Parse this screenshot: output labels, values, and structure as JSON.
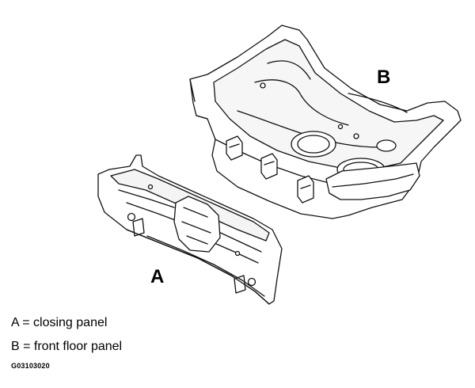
{
  "callouts": {
    "a": "A",
    "b": "B"
  },
  "legend": [
    {
      "text": "A = closing panel"
    },
    {
      "text": "B = front floor panel"
    }
  ],
  "figure_code": "G03103020"
}
